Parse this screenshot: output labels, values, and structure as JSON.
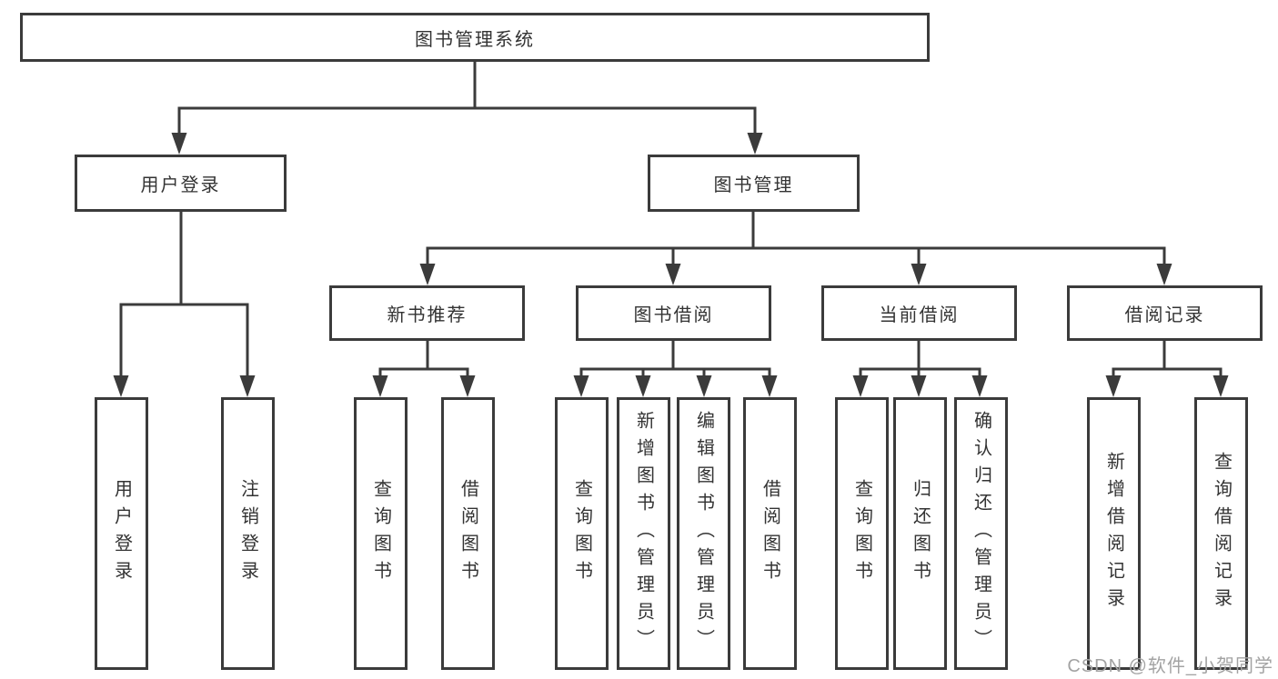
{
  "diagram": {
    "root": {
      "label": "图书管理系统"
    },
    "branches": [
      {
        "label": "用户登录",
        "children": [
          "用户登录",
          "注销登录"
        ]
      },
      {
        "label": "图书管理",
        "children": [
          {
            "label": "新书推荐",
            "children": [
              "查询图书",
              "借阅图书"
            ]
          },
          {
            "label": "图书借阅",
            "children": [
              "查询图书",
              "新增图书（管理员）",
              "编辑图书（管理员）",
              "借阅图书"
            ]
          },
          {
            "label": "当前借阅",
            "children": [
              "查询图书",
              "归还图书",
              "确认归还（管理员）"
            ]
          },
          {
            "label": "借阅记录",
            "children": [
              "新增借阅记录",
              "查询借阅记录"
            ]
          }
        ]
      }
    ]
  },
  "watermark": {
    "text": "CSDN @软件_小贺同学"
  },
  "colors": {
    "line": "#3b3b3b",
    "text": "#333333",
    "watermark": "#a3a3a3",
    "background": "#ffffff"
  }
}
